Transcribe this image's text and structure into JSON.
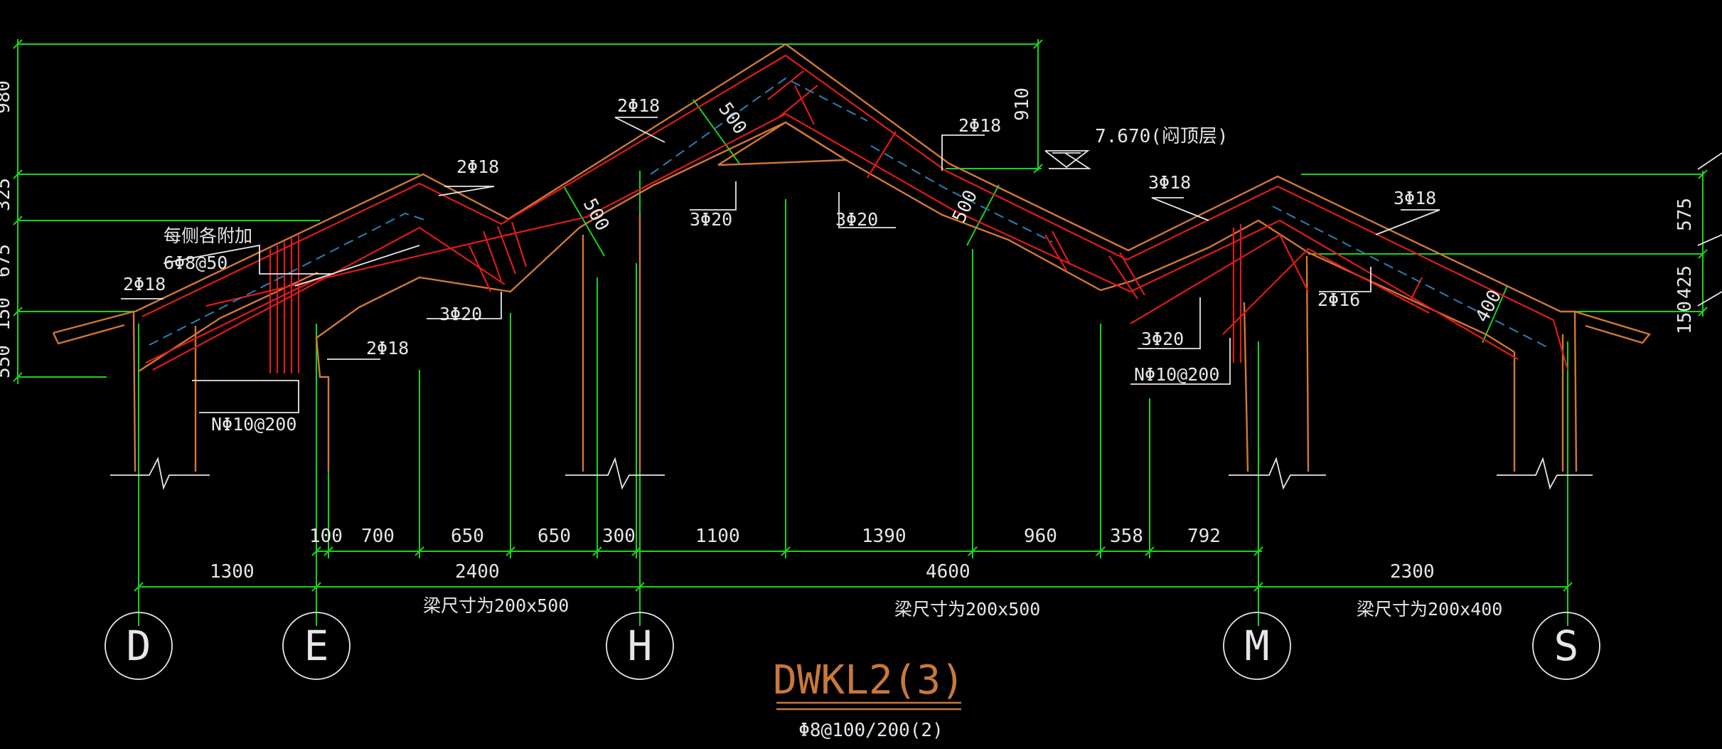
{
  "title": {
    "name": "DWKL2",
    "span_count": "(3)",
    "stirrups": "Φ8@100/200(2)"
  },
  "axes": [
    "D",
    "E",
    "H",
    "M",
    "S"
  ],
  "dims": {
    "bays": [
      "1300",
      "2400",
      "4600",
      "2300"
    ],
    "detail": [
      "100",
      "700",
      "650",
      "650",
      "300",
      "1100",
      "1390",
      "960",
      "358",
      "792"
    ],
    "left_height": [
      "980",
      "325",
      "675",
      "150",
      "550"
    ],
    "right_height": [
      "575",
      "425",
      "150"
    ],
    "ridge": "910",
    "elevation": "7.670(闷顶层)",
    "depth_a": "500",
    "depth_b": "500",
    "depth_c": "500",
    "depth_d": "400"
  },
  "beam_sizes": [
    "梁尺寸为200x500",
    "梁尺寸为200x500",
    "梁尺寸为200x400"
  ],
  "rebar_labels": {
    "l_top_left": "2Φ18",
    "l_top": "2Φ18",
    "l_add1": "每侧各附加",
    "l_add2": "6Φ8@50",
    "l_bot": "3Φ20",
    "l_inner": "2Φ18",
    "l_side": "NΦ10@200",
    "mid_top": "2Φ18",
    "mid_left_bot": "3Φ20",
    "mid_right_top": "2Φ18",
    "mid_right_bot": "3Φ20",
    "r_top1": "3Φ18",
    "r_top2": "3Φ18",
    "r_bot": "3Φ20",
    "r_side": "NΦ10@200",
    "r_inner": "2Φ16"
  }
}
